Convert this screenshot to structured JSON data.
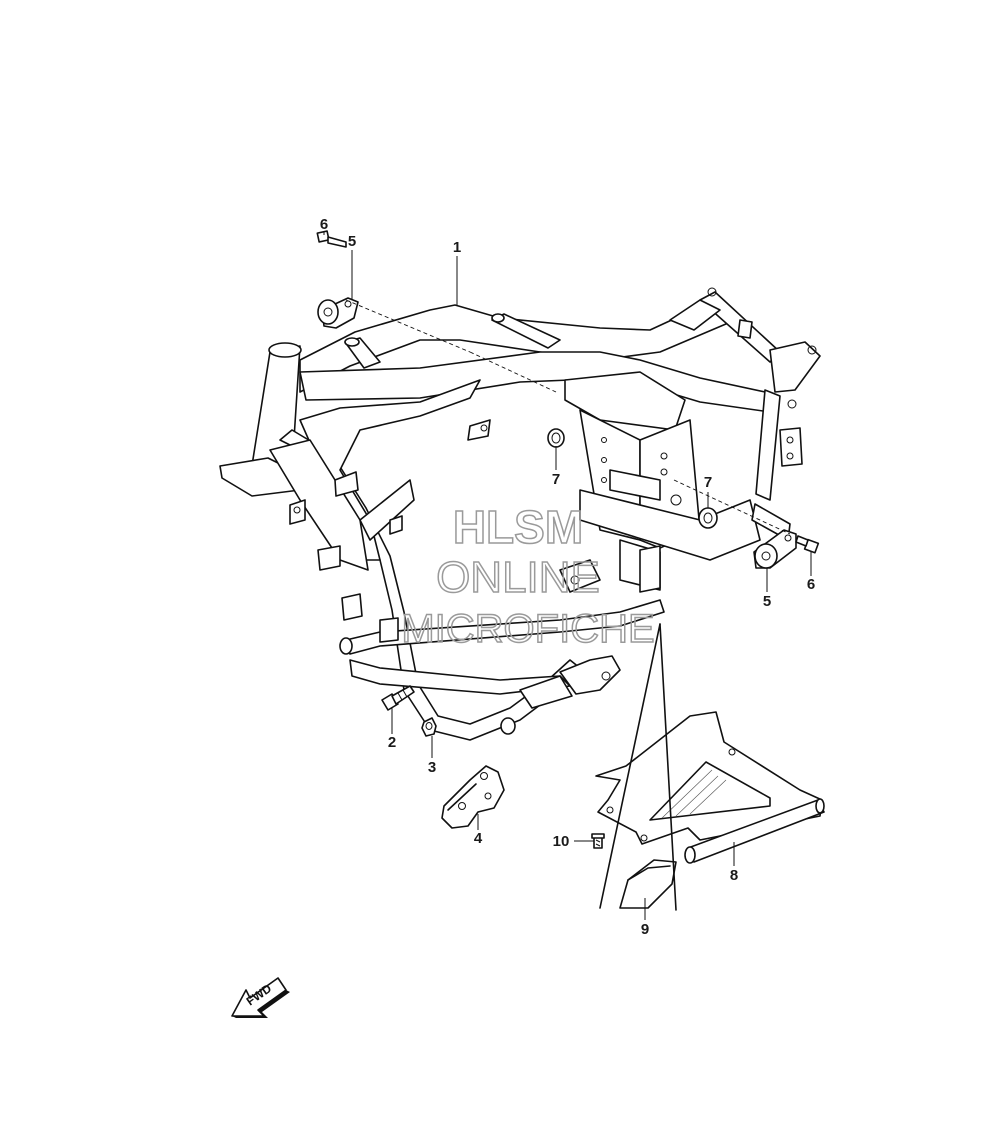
{
  "callouts": {
    "c1": "1",
    "c2": "2",
    "c3": "3",
    "c4": "4",
    "c5a": "5",
    "c5b": "5",
    "c6a": "6",
    "c6b": "6",
    "c7a": "7",
    "c7b": "7",
    "c8": "8",
    "c9": "9",
    "c10": "10"
  },
  "watermark": {
    "line1": "HLSM",
    "line2": "ONLINE",
    "line3": "MICROFICHE"
  },
  "fwd_arrow": {
    "label": "FWD",
    "icon": "fwd-arrow-icon"
  },
  "colors": {
    "ink": "#111111",
    "watermark": "#9a9a9a",
    "background": "#ffffff"
  }
}
